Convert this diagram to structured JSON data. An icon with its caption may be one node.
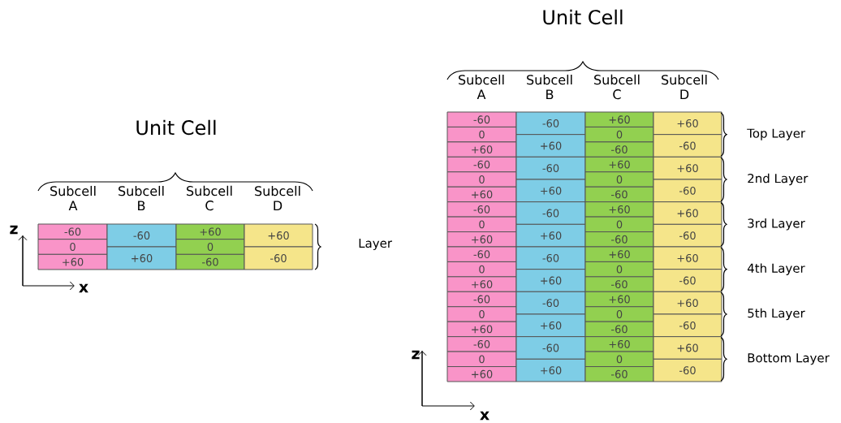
{
  "diagram": {
    "nodes": [
      {
        "text": [
          "-60"
        ]
      },
      {
        "text": [
          "0"
        ]
      },
      {
        "text": [
          "+60"
        ]
      },
      {
        "text": [
          "-60"
        ]
      },
      {
        "text": [
          "+60"
        ]
      },
      {
        "text": [
          "+60"
        ]
      },
      {
        "text": [
          "0"
        ]
      },
      {
        "text": [
          "-60"
        ]
      },
      {
        "text": [
          "+60"
        ]
      },
      {
        "text": [
          "-60"
        ]
      },
      {
        "text": [
          "-60"
        ]
      },
      {
        "text": [
          "0"
        ]
      },
      {
        "text": [
          "+60"
        ]
      },
      {
        "text": [
          "-60"
        ]
      },
      {
        "text": [
          "+60"
        ]
      },
      {
        "text": [
          "+60"
        ]
      },
      {
        "text": [
          "0"
        ]
      },
      {
        "text": [
          "-60"
        ]
      },
      {
        "text": [
          "+60"
        ]
      },
      {
        "text": [
          "-60"
        ]
      },
      {
        "text": [
          "-60"
        ]
      },
      {
        "text": [
          "0"
        ]
      },
      {
        "text": [
          "+60"
        ]
      },
      {
        "text": [
          "-60"
        ]
      },
      {
        "text": [
          "+60"
        ]
      },
      {
        "text": [
          "+60"
        ]
      },
      {
        "text": [
          "0"
        ]
      },
      {
        "text": [
          "-60"
        ]
      },
      {
        "text": [
          "+60"
        ]
      },
      {
        "text": [
          "-60"
        ]
      },
      {
        "text": [
          "-60"
        ]
      },
      {
        "text": [
          "0"
        ]
      },
      {
        "text": [
          "+60"
        ]
      },
      {
        "text": [
          "-60"
        ]
      },
      {
        "text": [
          "+60"
        ]
      },
      {
        "text": [
          "+60"
        ]
      },
      {
        "text": [
          "0"
        ]
      },
      {
        "text": [
          "-60"
        ]
      },
      {
        "text": [
          "+60"
        ]
      },
      {
        "text": [
          "-60"
        ]
      },
      {
        "text": [
          "-60"
        ]
      },
      {
        "text": [
          "0"
        ]
      },
      {
        "text": [
          "+60"
        ]
      },
      {
        "text": [
          "-60"
        ]
      },
      {
        "text": [
          "+60"
        ]
      },
      {
        "text": [
          "+60"
        ]
      },
      {
        "text": [
          "0"
        ]
      },
      {
        "text": [
          "-60"
        ]
      },
      {
        "text": [
          "+60"
        ]
      },
      {
        "text": [
          "-60"
        ]
      },
      {
        "text": [
          "-60"
        ]
      },
      {
        "text": [
          "0"
        ]
      },
      {
        "text": [
          "+60"
        ]
      },
      {
        "text": [
          "-60"
        ]
      },
      {
        "text": [
          "+60"
        ]
      },
      {
        "text": [
          "+60"
        ]
      },
      {
        "text": [
          "0"
        ]
      },
      {
        "text": [
          "-60"
        ]
      },
      {
        "text": [
          "+60"
        ]
      },
      {
        "text": [
          "-60"
        ]
      },
      {
        "text": [
          "-60"
        ]
      },
      {
        "text": [
          "0"
        ]
      },
      {
        "text": [
          "+60"
        ]
      },
      {
        "text": [
          "-60"
        ]
      },
      {
        "text": [
          "+60"
        ]
      },
      {
        "text": [
          "+60"
        ]
      },
      {
        "text": [
          "0"
        ]
      },
      {
        "text": [
          "-60"
        ]
      },
      {
        "text": [
          "+60"
        ]
      },
      {
        "text": [
          "-60"
        ]
      }
    ],
    "labels": [
      "Unit Cell",
      "Subcell A",
      "Subcell B",
      "Subcell C",
      "Subcell D",
      "Layer",
      "z",
      "x",
      "Unit Cell",
      "Subcell A",
      "Subcell B",
      "Subcell C",
      "Subcell D",
      "Top Layer",
      "2nd Layer",
      "3rd Layer",
      "4th Layer",
      "5th Layer",
      "z",
      "Bottom Layer",
      "x"
    ]
  }
}
